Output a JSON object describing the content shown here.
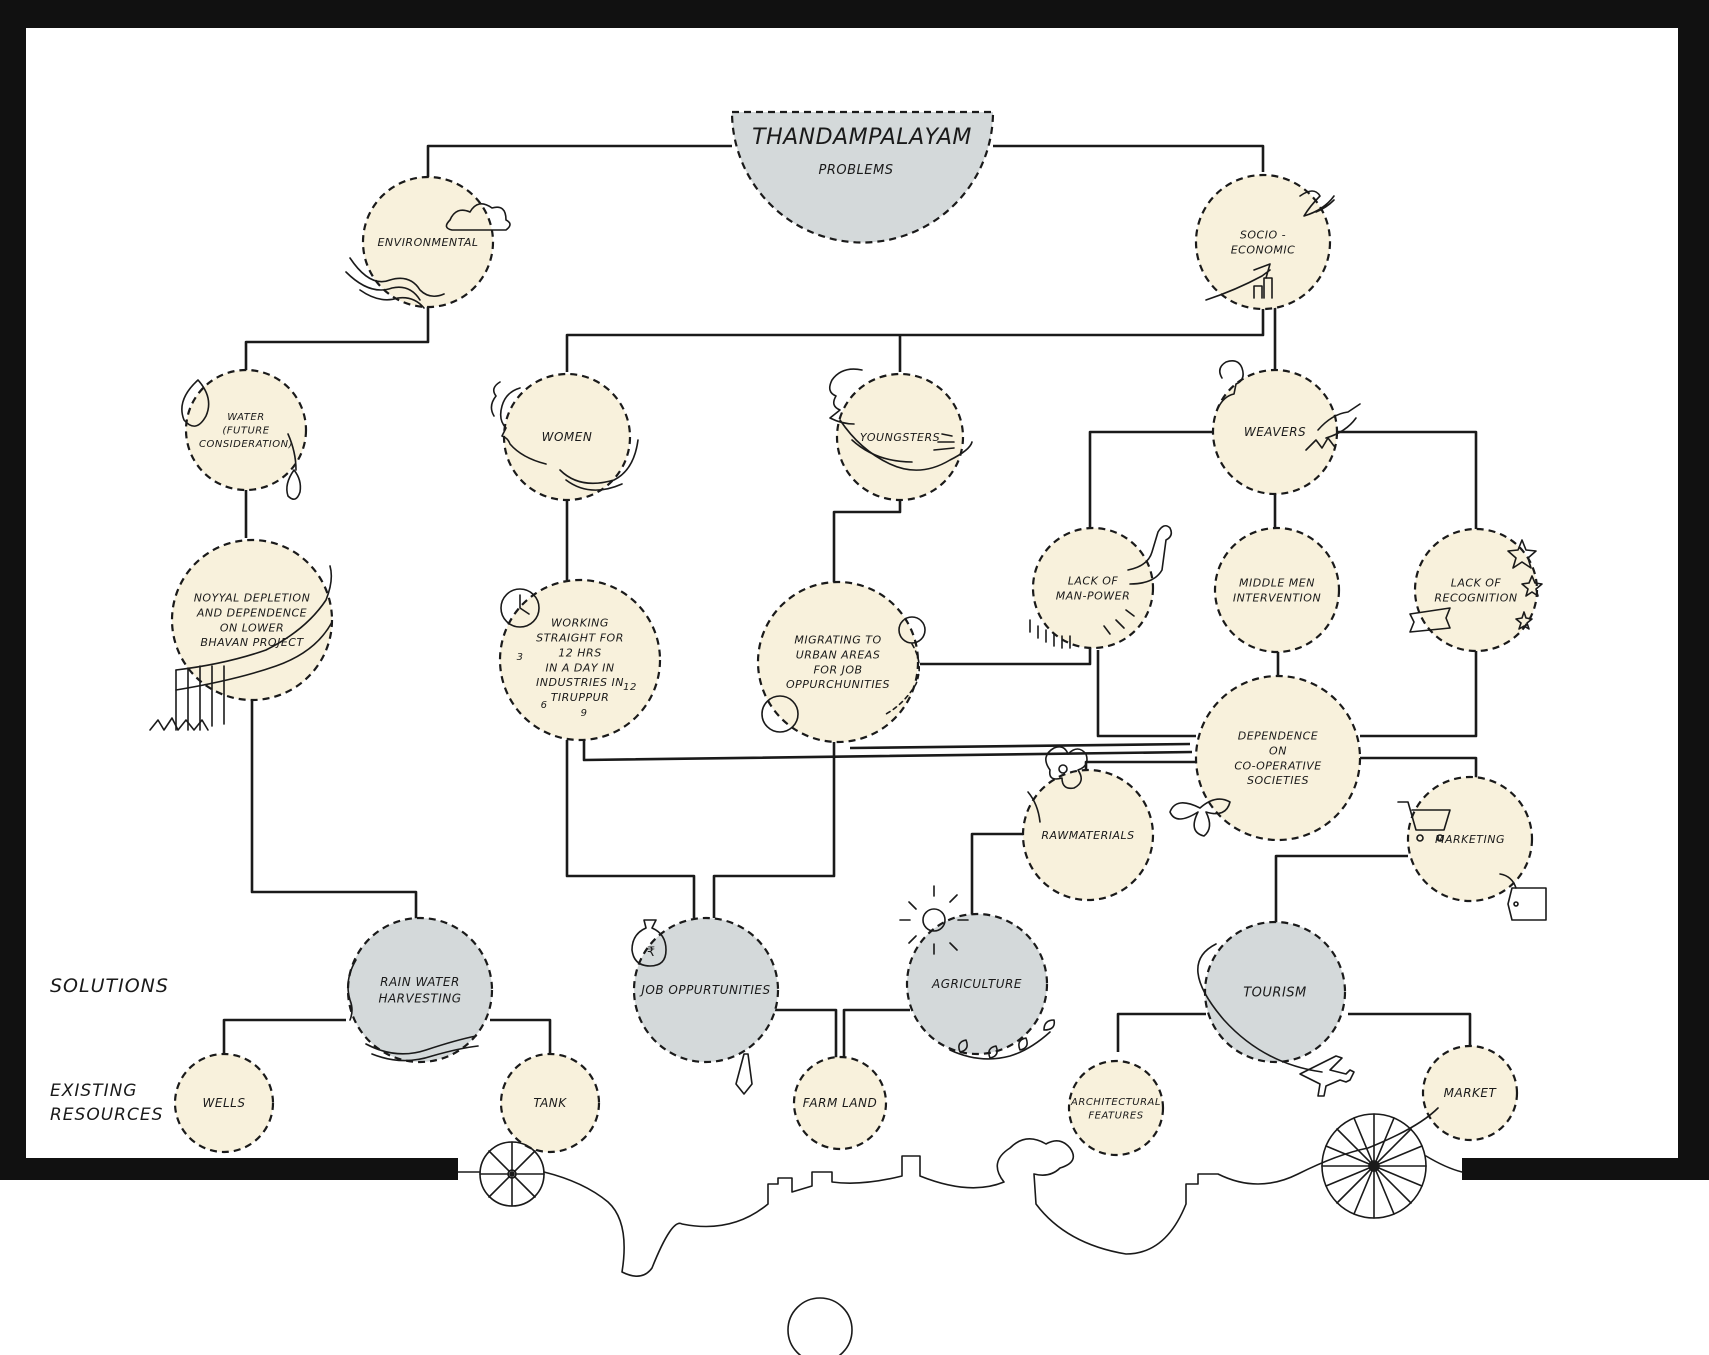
{
  "colors": {
    "problem_fill": "#f8f1dc",
    "solution_fill": "#d4d9da",
    "resource_fill": "#f8f1dc",
    "frame": "#111111",
    "line": "#1a1a1a"
  },
  "header": {
    "title": "THANDAMPALAYAM",
    "subtitle": "PROBLEMS"
  },
  "side_labels": {
    "solutions": "SOLUTIONS",
    "existing_line1": "EXISTING",
    "existing_line2": "RESOURCES"
  },
  "nodes": {
    "environmental": {
      "lines": [
        "ENVIRONMENTAL"
      ]
    },
    "socio_economic": {
      "lines": [
        "SOCIO -",
        "ECONOMIC"
      ]
    },
    "water": {
      "lines": [
        "WATER",
        "(FUTURE",
        "CONSIDERATION)"
      ]
    },
    "women": {
      "lines": [
        "WOMEN"
      ]
    },
    "youngsters": {
      "lines": [
        "YOUNGSTERS"
      ]
    },
    "weavers": {
      "lines": [
        "WEAVERS"
      ]
    },
    "noyyal": {
      "lines": [
        "NOYYAL DEPLETION",
        "AND DEPENDENCE",
        "ON LOWER",
        "BHAVAN PROJECT"
      ]
    },
    "working": {
      "lines": [
        "WORKING",
        "STRAIGHT FOR",
        "12 HRS",
        "IN A DAY IN",
        "INDUSTRIES IN",
        "TIRUPPUR"
      ]
    },
    "migrating": {
      "lines": [
        "MIGRATING TO",
        "URBAN AREAS",
        "FOR JOB",
        "OPPURCHUNITIES"
      ]
    },
    "lack_manpower": {
      "lines": [
        "LACK OF",
        "MAN-POWER"
      ]
    },
    "middle_men": {
      "lines": [
        "MIDDLE MEN",
        "INTERVENTION"
      ]
    },
    "lack_recognition": {
      "lines": [
        "LACK OF",
        "RECOGNITION"
      ]
    },
    "dependence": {
      "lines": [
        "DEPENDENCE",
        "ON",
        "CO-OPERATIVE",
        "SOCIETIES"
      ]
    },
    "rawmaterials": {
      "lines": [
        "RAWMATERIALS"
      ]
    },
    "marketing": {
      "lines": [
        "MARKETING"
      ]
    },
    "rain_water": {
      "lines": [
        "RAIN WATER",
        "HARVESTING"
      ]
    },
    "job_opp": {
      "lines": [
        "JOB OPPURTUNITIES"
      ]
    },
    "agriculture": {
      "lines": [
        "AGRICULTURE"
      ]
    },
    "tourism": {
      "lines": [
        "TOURISM"
      ]
    },
    "wells": {
      "lines": [
        "WELLS"
      ]
    },
    "tank": {
      "lines": [
        "TANK"
      ]
    },
    "farm_land": {
      "lines": [
        "FARM LAND"
      ]
    },
    "architectural": {
      "lines": [
        "ARCHITECTURAL",
        "FEATURES"
      ]
    },
    "market": {
      "lines": [
        "MARKET"
      ]
    }
  },
  "clock_numbers": [
    "3",
    "6",
    "9",
    "12"
  ],
  "icons": {
    "cloud": "cloud-icon",
    "rupee_symbol": "₹",
    "airplane": "airplane-icon",
    "wheel": "wheel-icon"
  }
}
